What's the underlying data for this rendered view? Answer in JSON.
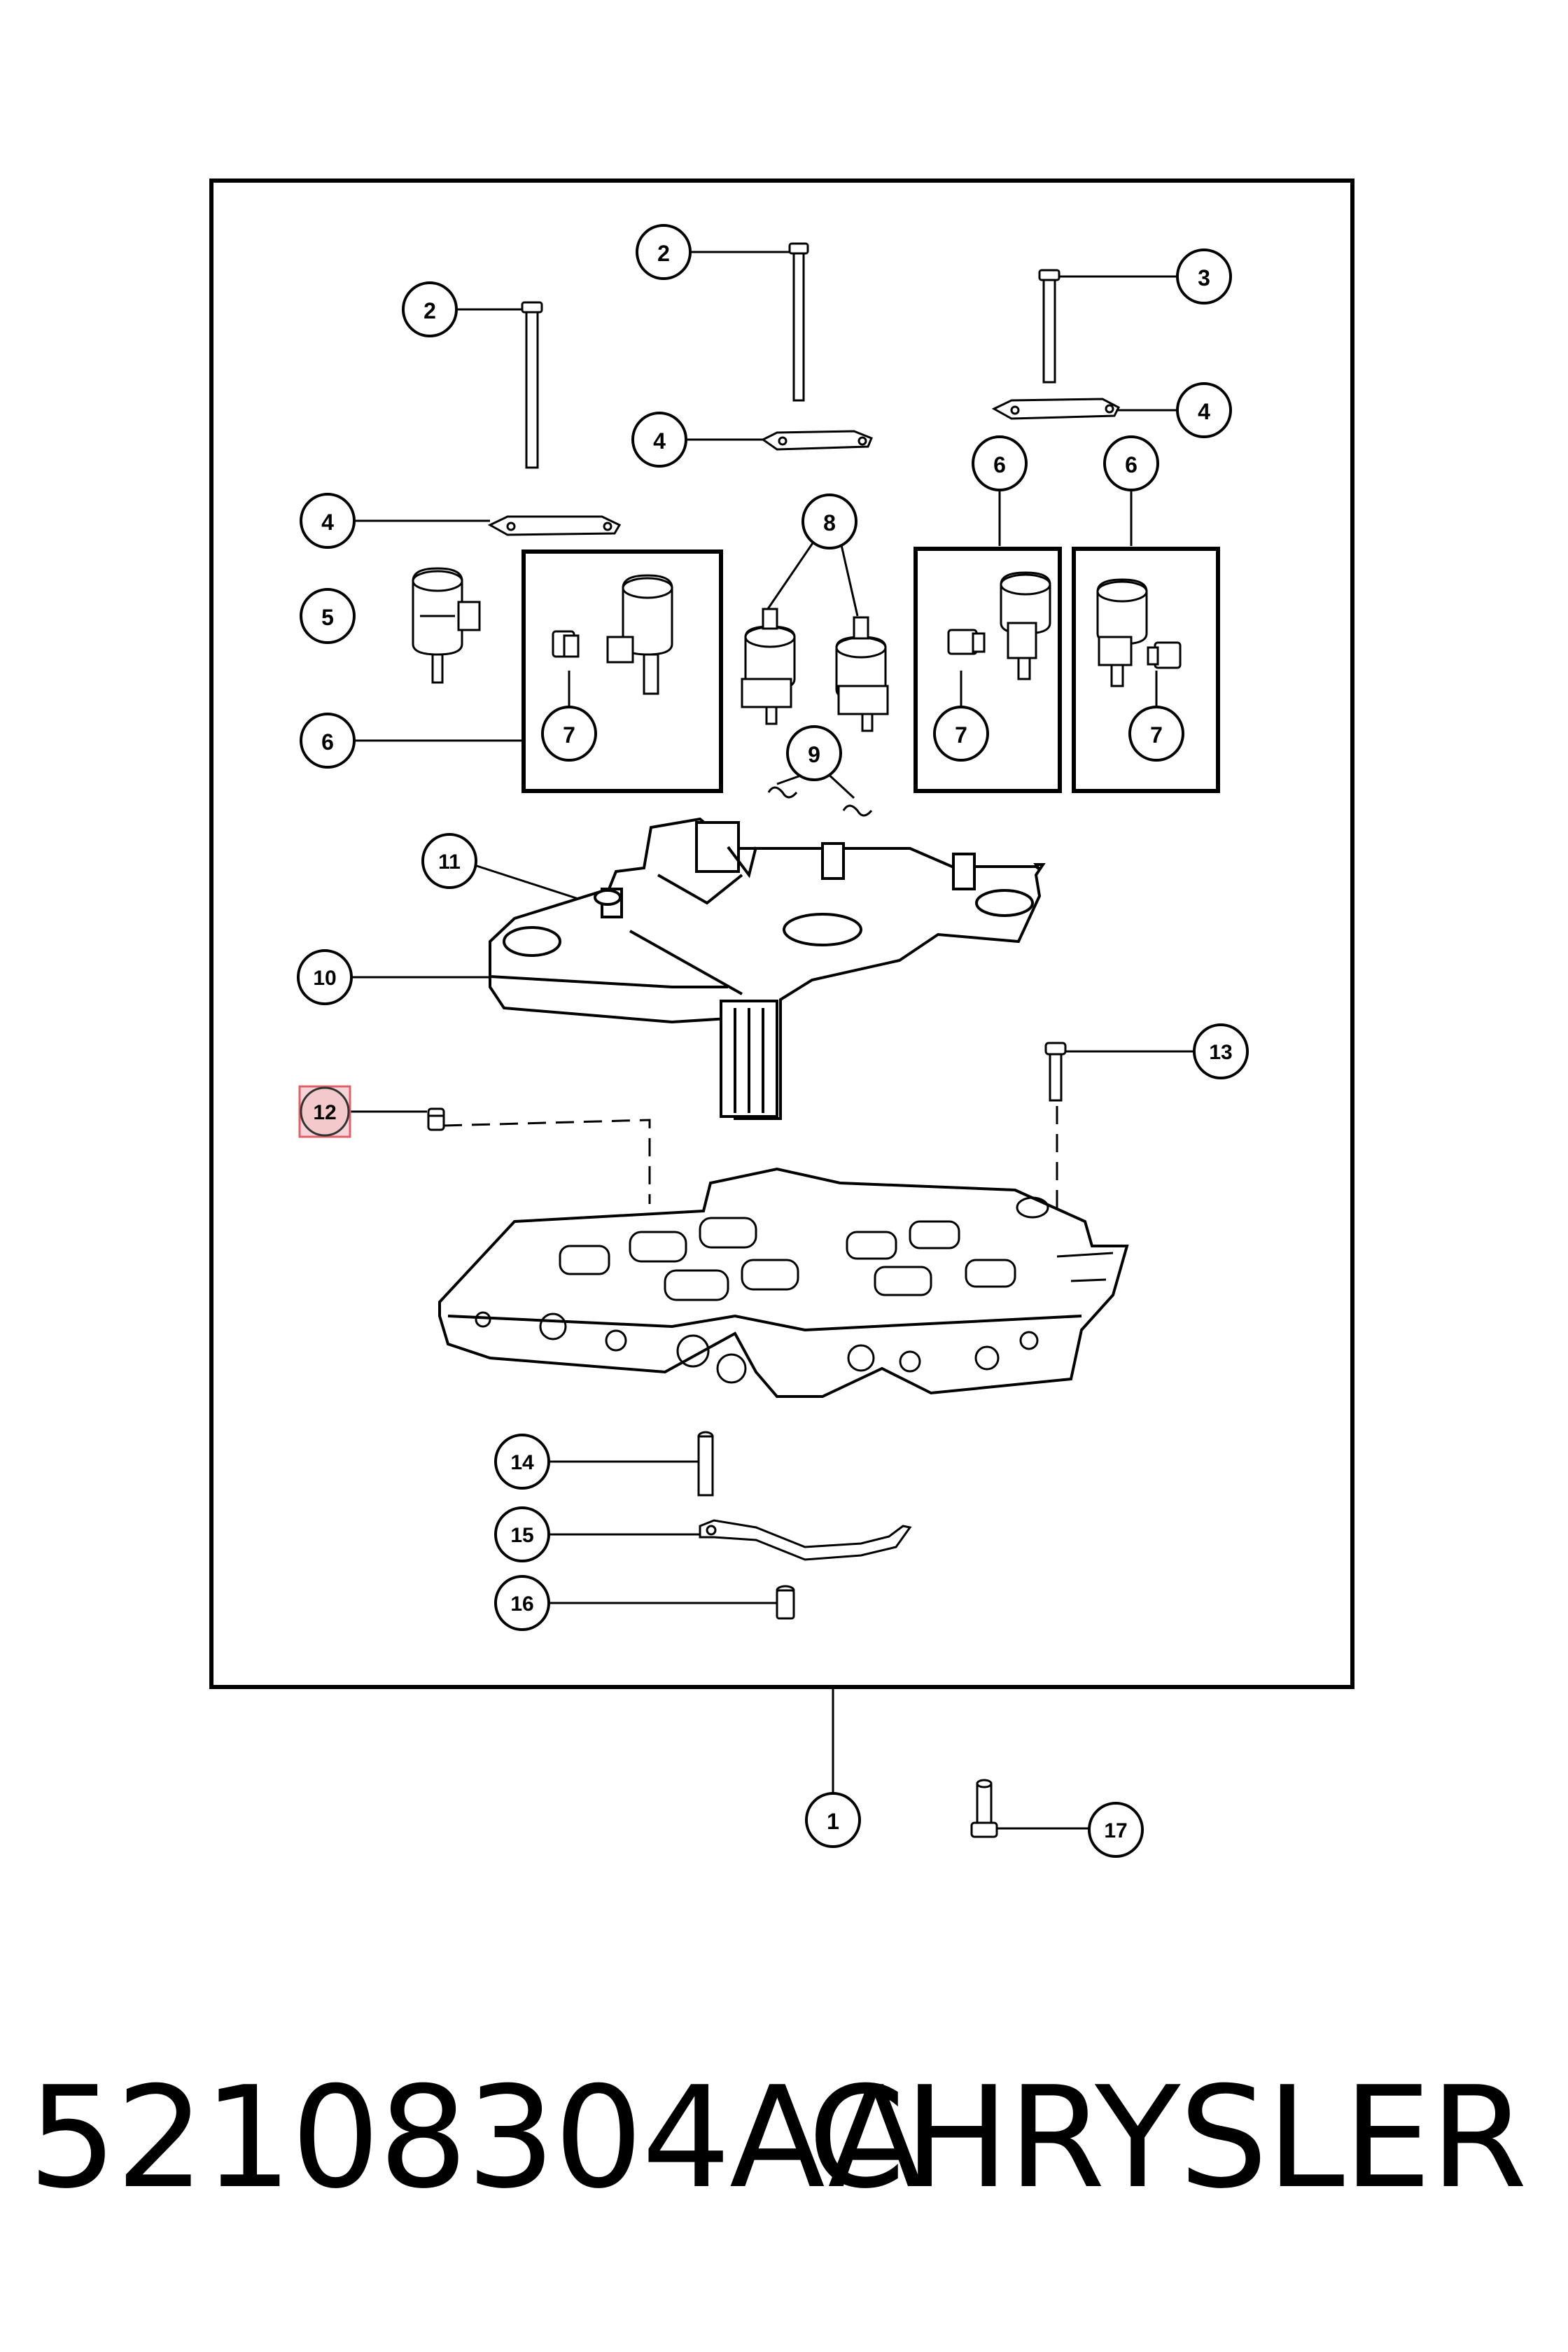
{
  "callouts": {
    "c1": "1",
    "c2a": "2",
    "c2b": "2",
    "c3": "3",
    "c4a": "4",
    "c4b": "4",
    "c4c": "4",
    "c5": "5",
    "c6a": "6",
    "c6b": "6",
    "c6c": "6",
    "c7a": "7",
    "c7b": "7",
    "c7c": "7",
    "c8": "8",
    "c9": "9",
    "c10": "10",
    "c11": "11",
    "c12": "12",
    "c13": "13",
    "c14": "14",
    "c15": "15",
    "c16": "16",
    "c17": "17"
  },
  "highlight": {
    "callout": "12",
    "color": "#f4c9cc",
    "border": "#e0606a"
  },
  "caption": {
    "part_number": "52108304AA",
    "brand": "CHRYSLER"
  },
  "colors": {
    "line": "#000000",
    "background": "#ffffff"
  }
}
